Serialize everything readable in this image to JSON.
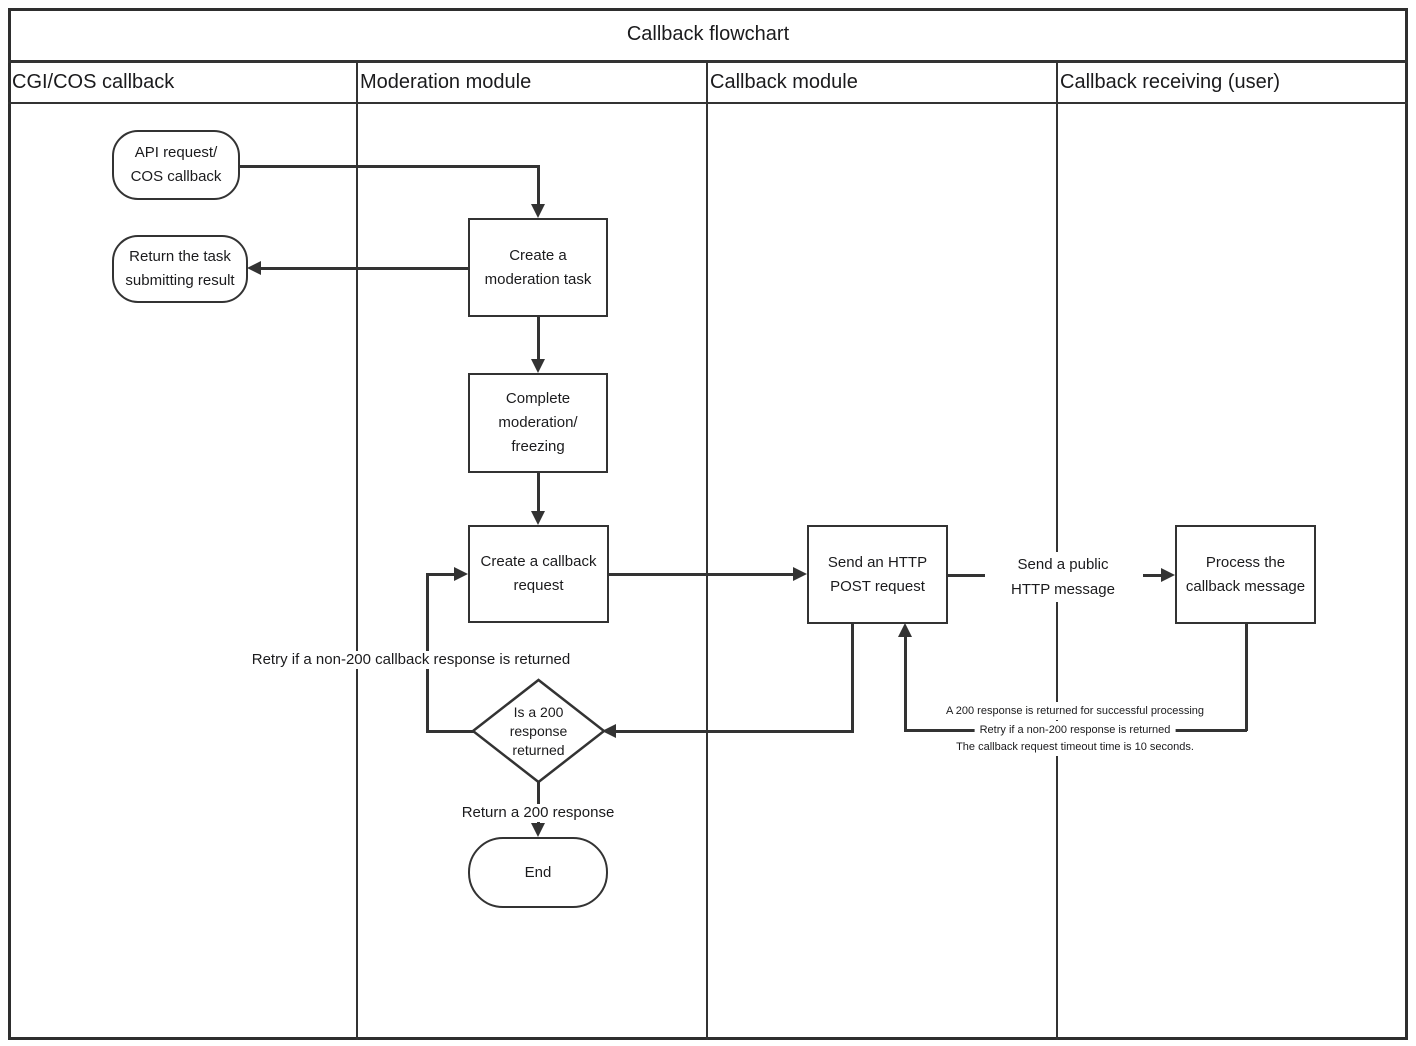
{
  "title": "Callback flowchart",
  "lanes": [
    {
      "label": "CGI/COS callback"
    },
    {
      "label": "Moderation module"
    },
    {
      "label": "Callback module"
    },
    {
      "label": "Callback receiving (user)"
    }
  ],
  "nodes": {
    "api_request": {
      "label": "API request/\nCOS callback"
    },
    "return_task_result": {
      "label": "Return the task\nsubmitting result"
    },
    "create_moderation_task": {
      "label": "Create a\nmoderation task"
    },
    "complete_moderation_freezing": {
      "label": "Complete\nmoderation/\nfreezing"
    },
    "create_callback_request": {
      "label": "Create a callback\nrequest"
    },
    "is_200_response_returned": {
      "label": "Is a 200\nresponse\nreturned"
    },
    "end": {
      "label": "End"
    },
    "send_http_post_request": {
      "label": "Send an HTTP\nPOST request"
    },
    "process_callback_message": {
      "label": "Process the\ncallback message"
    }
  },
  "edge_labels": {
    "retry_non_200_callback": "Retry if a non-200 callback response is returned",
    "return_200_response": "Return a 200 response",
    "send_public_http_message": "Send a public\nHTTP message",
    "callback_note": [
      "A 200 response is returned for successful processing",
      "Retry if a non-200 response is returned",
      "The callback request timeout time is 10 seconds."
    ]
  },
  "colors": {
    "line": "#333333",
    "text": "#1b1b1d",
    "background": "#ffffff"
  }
}
